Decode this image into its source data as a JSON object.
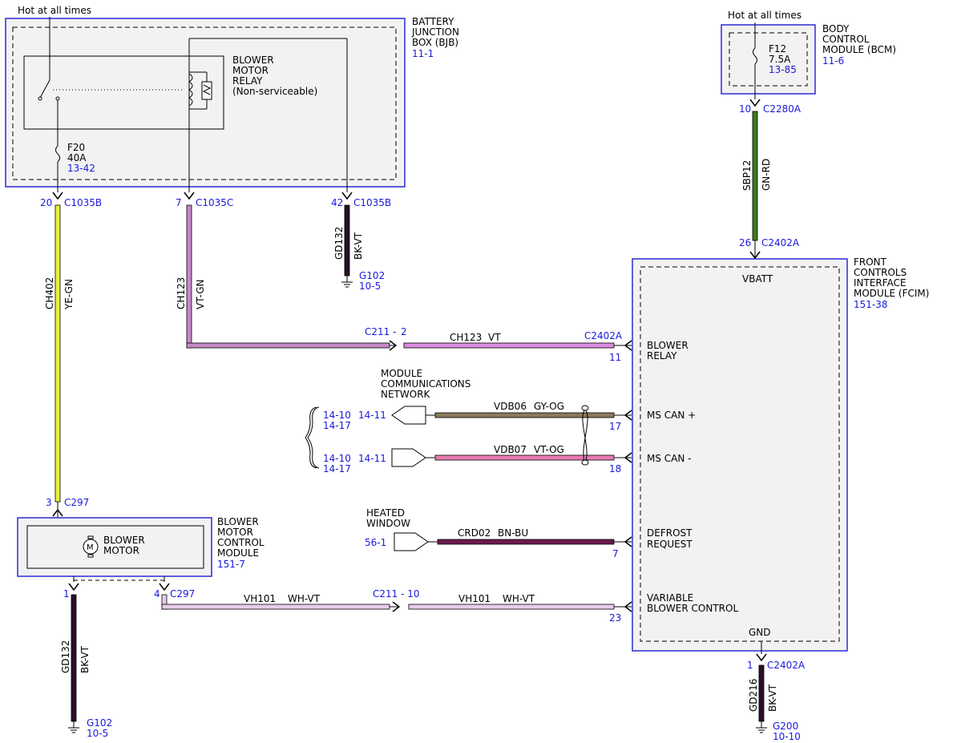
{
  "colors": {
    "blue_ref": "#1a1adc",
    "module_border": "#2b2bd6",
    "module_fill": "#f2f2f2",
    "ye_gn": "#e6f23c",
    "vt": "#d98be0",
    "vt_gn": "#c48ac8",
    "bk_vt": "#2a0f2a",
    "gn_rd": "#3d7a1f",
    "gy_og": "#8a7a5a",
    "vt_og": "#e87ab0",
    "bn_bu": "#6a1a4a",
    "wh_vt": "#e8cde8"
  },
  "bjb": {
    "hot_label": "Hot at all times",
    "name_lines": [
      "BATTERY",
      "JUNCTION",
      "BOX (BJB)"
    ],
    "ref": "11-1",
    "relay_lines": [
      "BLOWER",
      "MOTOR",
      "RELAY",
      "(Non-serviceable)"
    ],
    "fuse_name": "F20",
    "fuse_rating": "40A",
    "fuse_ref": "13-42"
  },
  "bcm": {
    "hot_label": "Hot at all times",
    "name_lines": [
      "BODY",
      "CONTROL",
      "MODULE (BCM)"
    ],
    "ref": "11-6",
    "fuse_name": "F12",
    "fuse_rating": "7.5A",
    "fuse_ref": "13-85"
  },
  "fcim": {
    "name_lines": [
      "FRONT",
      "CONTROLS",
      "INTERFACE",
      "MODULE (FCIM)"
    ],
    "ref": "151-38",
    "vbatt": "VBATT",
    "gnd": "GND",
    "blower_relay": [
      "BLOWER",
      "RELAY"
    ],
    "ms_can_plus": "MS CAN +",
    "ms_can_minus": "MS CAN -",
    "defrost": [
      "DEFROST",
      "REQUEST"
    ],
    "variable": [
      "VARIABLE",
      "BLOWER CONTROL"
    ]
  },
  "bmcm": {
    "name_lines": [
      "BLOWER",
      "MOTOR",
      "CONTROL",
      "MODULE"
    ],
    "ref": "151-7",
    "motor_lines": [
      "BLOWER",
      "MOTOR"
    ],
    "motor_symbol": "M"
  },
  "connectors": {
    "c1035b_20": {
      "pin": "20",
      "name": "C1035B"
    },
    "c1035c_7": {
      "pin": "7",
      "name": "C1035C"
    },
    "c1035b_42": {
      "pin": "42",
      "name": "C1035B"
    },
    "c2280a_10": {
      "pin": "10",
      "name": "C2280A"
    },
    "c2402a_26": {
      "pin": "26",
      "name": "C2402A"
    },
    "c297_3": {
      "pin": "3",
      "name": "C297"
    },
    "c297_1": {
      "pin": "1"
    },
    "c297_4": {
      "pin": "4",
      "name": "C297"
    },
    "c211_2": {
      "name": "C211 -",
      "pin": "2"
    },
    "c2402a_11": {
      "name": "C2402A",
      "pin": "11"
    },
    "c2402a_17": {
      "pin": "17"
    },
    "c2402a_18": {
      "pin": "18"
    },
    "c2402a_7": {
      "pin": "7"
    },
    "c2402a_23": {
      "pin": "23"
    },
    "c211_10": {
      "name": "C211 - 10"
    },
    "c2402a_1": {
      "pin": "1",
      "name": "C2402A"
    }
  },
  "wires": {
    "ch402": {
      "circuit": "CH402",
      "color": "YE-GN"
    },
    "ch123_v": {
      "circuit": "CH123",
      "color": "VT-GN"
    },
    "ch123_h": {
      "circuit": "CH123",
      "color": "VT"
    },
    "gd132_top": {
      "circuit": "GD132",
      "color": "BK-VT"
    },
    "sbp12": {
      "circuit": "SBP12",
      "color": "GN-RD"
    },
    "vdb06": {
      "circuit": "VDB06",
      "color": "GY-OG"
    },
    "vdb07": {
      "circuit": "VDB07",
      "color": "VT-OG"
    },
    "crd02": {
      "circuit": "CRD02",
      "color": "BN-BU"
    },
    "vh101_a": {
      "circuit": "VH101",
      "color": "WH-VT"
    },
    "vh101_b": {
      "circuit": "VH101",
      "color": "WH-VT"
    },
    "gd132_bot": {
      "circuit": "GD132",
      "color": "BK-VT"
    },
    "gd216": {
      "circuit": "GD216",
      "color": "BK-VT"
    }
  },
  "grounds": {
    "g102_top": {
      "name": "G102",
      "ref": "10-5"
    },
    "g102_bot": {
      "name": "G102",
      "ref": "10-5"
    },
    "g200": {
      "name": "G200",
      "ref": "10-10"
    }
  },
  "network": {
    "title_lines": [
      "MODULE",
      "COMMUNICATIONS",
      "NETWORK"
    ],
    "plus_refs": [
      "14-10",
      "14-17"
    ],
    "plus_page": "14-11",
    "minus_refs": [
      "14-10",
      "14-17"
    ],
    "minus_page": "14-11"
  },
  "heated": {
    "title_lines": [
      "HEATED",
      "WINDOW"
    ],
    "ref": "56-1"
  }
}
